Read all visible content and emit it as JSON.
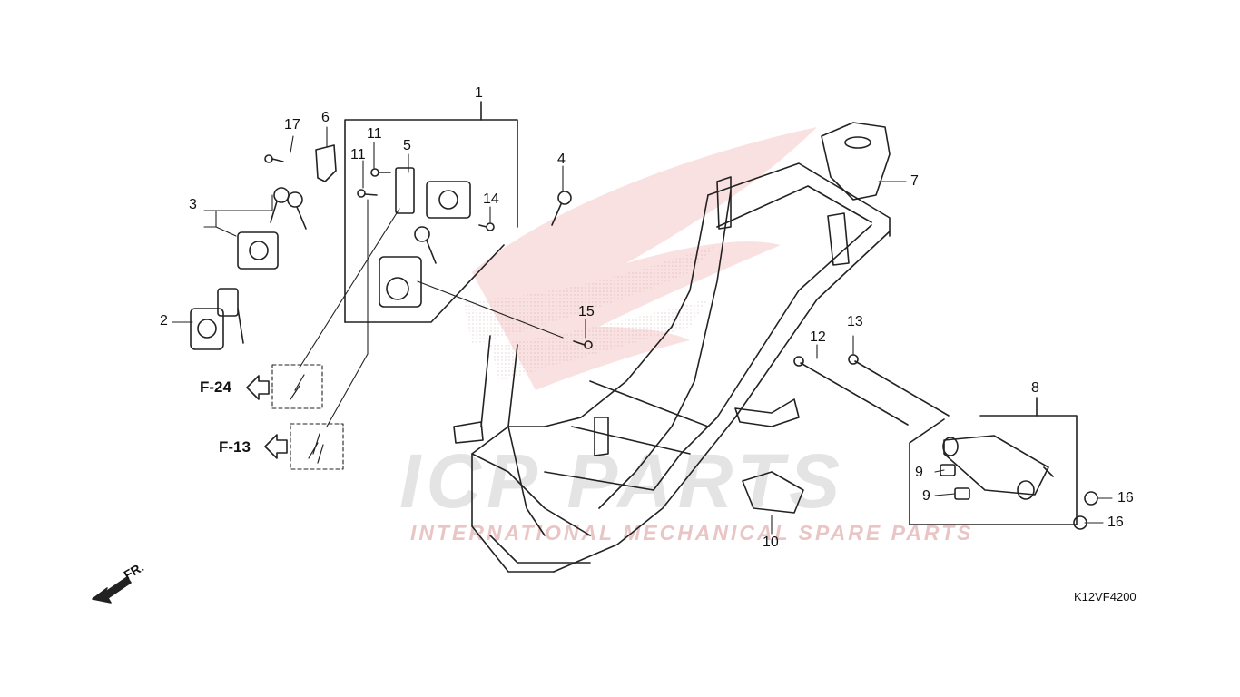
{
  "watermark": {
    "brand": "ICP PARTS",
    "tagline": "INTERNATIONAL MECHANICAL SPARE PARTS"
  },
  "callouts": [
    "1",
    "2",
    "3",
    "4",
    "5",
    "6",
    "7",
    "8",
    "9",
    "9",
    "10",
    "11",
    "11",
    "12",
    "13",
    "14",
    "15",
    "16",
    "16",
    "17"
  ],
  "refs": {
    "f24": "F-24",
    "f13": "F-13"
  },
  "direction": "FR.",
  "diagram_code": "K12VF4200"
}
